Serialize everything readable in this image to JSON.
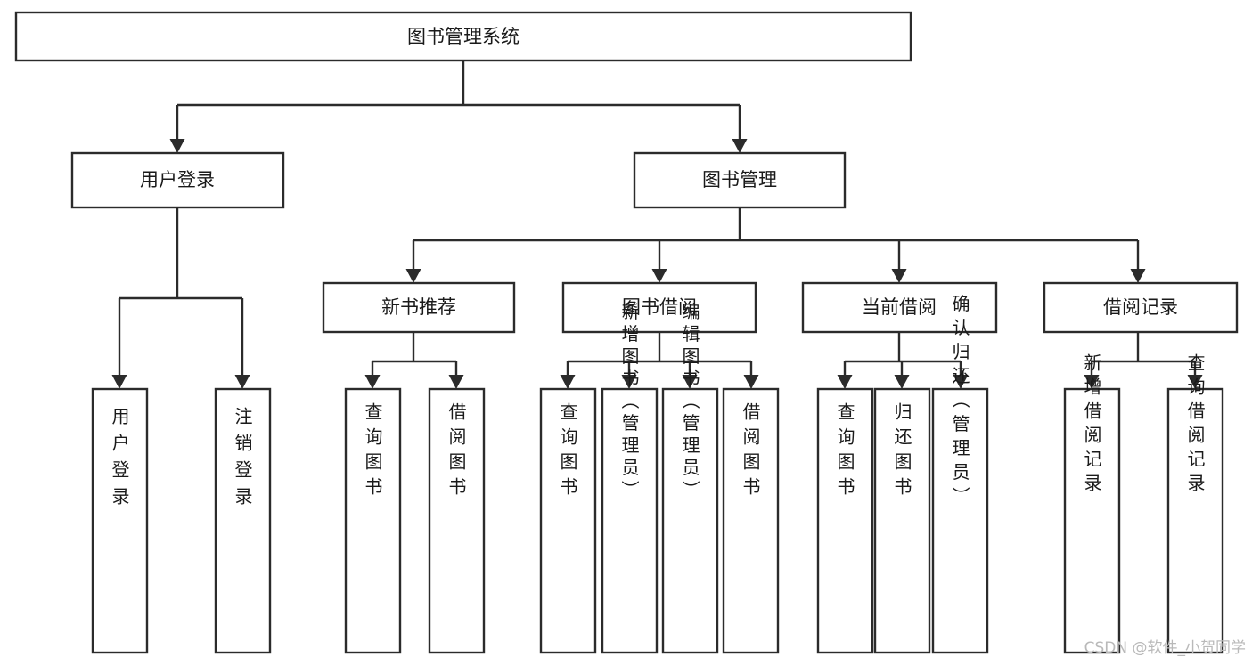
{
  "diagram": {
    "title": "图书管理系统",
    "type": "hierarchy-tree",
    "root": {
      "id": "root",
      "label": "图书管理系统"
    },
    "level2": [
      {
        "id": "user-login",
        "label": "用户登录"
      },
      {
        "id": "book-manage",
        "label": "图书管理"
      }
    ],
    "level3": [
      {
        "id": "new-book-recommend",
        "label": "新书推荐",
        "parent": "book-manage"
      },
      {
        "id": "book-borrow",
        "label": "图书借阅",
        "parent": "book-manage"
      },
      {
        "id": "current-borrow",
        "label": "当前借阅",
        "parent": "book-manage"
      },
      {
        "id": "borrow-record",
        "label": "借阅记录",
        "parent": "book-manage"
      }
    ],
    "leaves": [
      {
        "id": "leaf-user-login",
        "label": "用户登录",
        "parent": "user-login"
      },
      {
        "id": "leaf-logout",
        "label": "注销登录",
        "parent": "user-login"
      },
      {
        "id": "leaf-query-book-1",
        "label": "查询图书",
        "parent": "new-book-recommend"
      },
      {
        "id": "leaf-borrow-book-1",
        "label": "借阅图书",
        "parent": "new-book-recommend"
      },
      {
        "id": "leaf-query-book-2",
        "label": "查询图书",
        "parent": "book-borrow"
      },
      {
        "id": "leaf-add-book",
        "label": "新增图书（管理员）",
        "parent": "book-borrow"
      },
      {
        "id": "leaf-edit-book",
        "label": "编辑图书（管理员）",
        "parent": "book-borrow"
      },
      {
        "id": "leaf-borrow-book-2",
        "label": "借阅图书",
        "parent": "book-borrow"
      },
      {
        "id": "leaf-query-book-3",
        "label": "查询图书",
        "parent": "current-borrow"
      },
      {
        "id": "leaf-return-book",
        "label": "归还图书",
        "parent": "current-borrow"
      },
      {
        "id": "leaf-confirm-return",
        "label": "确认归还（管理员）",
        "parent": "current-borrow"
      },
      {
        "id": "leaf-add-record",
        "label": "新增借阅记录",
        "parent": "borrow-record"
      },
      {
        "id": "leaf-query-record",
        "label": "查询借阅记录",
        "parent": "borrow-record"
      }
    ],
    "colors": {
      "stroke": "#2b2b2b",
      "fill": "#ffffff",
      "text": "#1a1a1a",
      "watermark": "#b9b9b9"
    }
  },
  "watermark": {
    "text": "CSDN @软件_小贺同学"
  }
}
